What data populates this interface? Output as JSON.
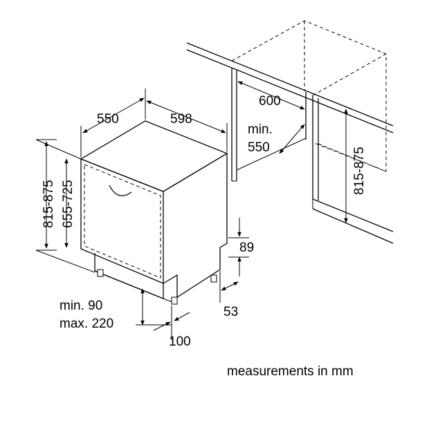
{
  "dimensions": {
    "depth": "550",
    "width": "598",
    "niche_depth": "600",
    "niche_min": "min.",
    "niche_min_value": "550",
    "niche_height": "815-875",
    "appliance_height": "815-875",
    "door_height": "655-725",
    "plinth_height": "89",
    "plinth_depth": "53",
    "foot_min": "min. 90",
    "foot_max": "max. 220",
    "foot_offset": "100"
  },
  "footer": {
    "units_note": "measurements in mm"
  }
}
